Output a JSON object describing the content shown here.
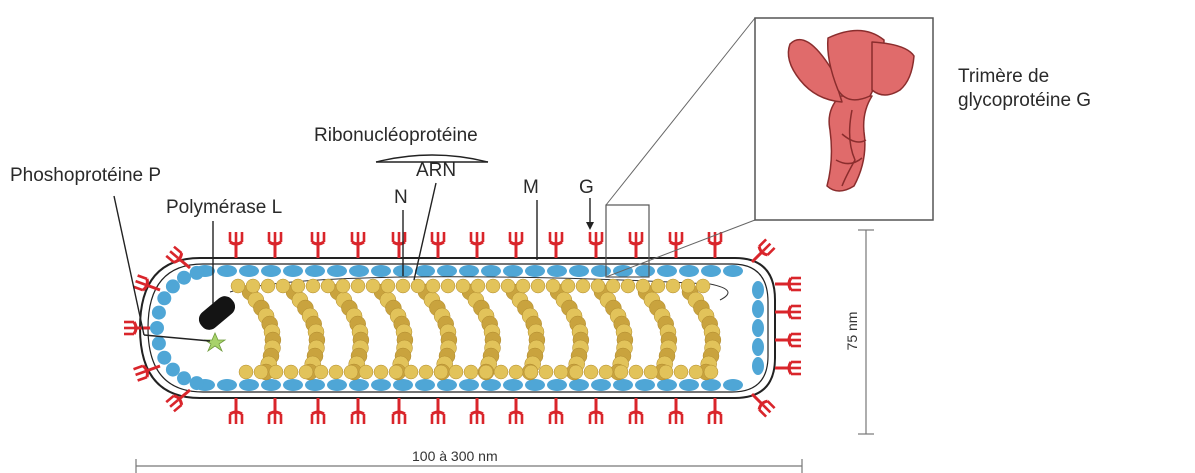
{
  "labels": {
    "ribonucleoprotein": "Ribonucléoprotéine",
    "rna": "ARN",
    "n_protein": "N",
    "m_protein": "M",
    "g_protein": "G",
    "phosphoprotein": "Phoshoprotéine P",
    "polymerase": "Polymérase L",
    "trimer_line1": "Trimère de",
    "trimer_line2": "glycoprotéine G",
    "width_dimension": "100 à 300 nm",
    "height_dimension": "75 nm"
  },
  "colors": {
    "spike": "#d9252b",
    "matrix": "#4fa6d6",
    "nucleoprotein": "#e2c35a",
    "nucleoprotein_dark": "#c9a33e",
    "trimer": "#e06b6b",
    "polymerase": "#141414",
    "phosphoprotein": "#a8d36a",
    "line": "#222222",
    "dimension_line": "#777777"
  }
}
